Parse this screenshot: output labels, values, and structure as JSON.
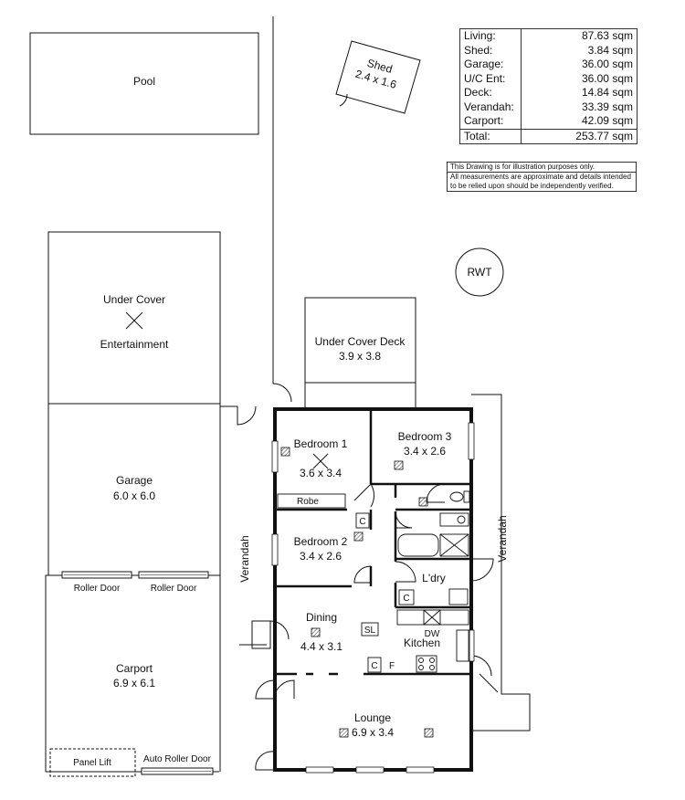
{
  "areas": [
    {
      "label": "Living:",
      "value": "87.63 sqm"
    },
    {
      "label": "Shed:",
      "value": "3.84 sqm"
    },
    {
      "label": "Garage:",
      "value": "36.00 sqm"
    },
    {
      "label": "U/C Ent:",
      "value": "36.00 sqm"
    },
    {
      "label": "Deck:",
      "value": "14.84 sqm"
    },
    {
      "label": "Verandah:",
      "value": "33.39 sqm"
    },
    {
      "label": "Carport:",
      "value": "42.09 sqm"
    }
  ],
  "total": {
    "label": "Total:",
    "value": "253.77 sqm"
  },
  "disclaimer": {
    "line1": "This Drawing is for illustration purposes only.",
    "line2": "All measurements are approximate and details intended",
    "line3": "to be relied upon should be independently verified."
  },
  "labels": {
    "pool": "Pool",
    "shed_name": "Shed",
    "shed_dim": "2.4 x 1.6",
    "rwt": "RWT",
    "uc_ent_1": "Under Cover",
    "uc_ent_2": "Entertainment",
    "deck_name": "Under Cover Deck",
    "deck_dim": "3.9 x 3.8",
    "garage_name": "Garage",
    "garage_dim": "6.0 x 6.0",
    "roller_door": "Roller Door",
    "carport_name": "Carport",
    "carport_dim": "6.9 x 6.1",
    "panel_lift": "Panel Lift",
    "auto_roller_door": "Auto Roller Door",
    "verandah": "Verandah",
    "bed1_name": "Bedroom 1",
    "bed1_dim": "3.6 x 3.4",
    "robe": "Robe",
    "bed3_name": "Bedroom 3",
    "bed3_dim": "3.4 x 2.6",
    "bed2_name": "Bedroom 2",
    "bed2_dim": "3.4 x 2.6",
    "cupboard": "C",
    "laundry": "L'dry",
    "dining_name": "Dining",
    "dining_dim": "4.4 x 3.1",
    "sl": "SL",
    "dw": "DW",
    "kitchen": "Kitchen",
    "fridge": "F",
    "lounge_name": "Lounge",
    "lounge_dim": "6.9 x 3.4"
  },
  "colors": {
    "line": "#111111",
    "background": "#ffffff"
  }
}
